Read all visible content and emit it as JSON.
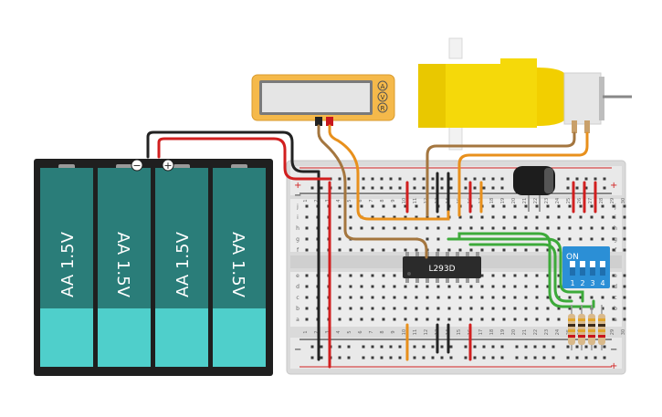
{
  "battery_pack": {
    "cells": [
      {
        "label": "AA 1.5V",
        "orientation": "up"
      },
      {
        "label": "AA 1.5V",
        "orientation": "down"
      },
      {
        "label": "AA 1.5V",
        "orientation": "up"
      },
      {
        "label": "AA 1.5V",
        "orientation": "down"
      }
    ],
    "neg_symbol": "−",
    "pos_symbol": "+"
  },
  "multimeter": {
    "buttons": [
      "A",
      "V",
      "R"
    ]
  },
  "chip": {
    "label": "L293D"
  },
  "dip_switch": {
    "on_label": "ON",
    "numbers": [
      "1",
      "2",
      "3",
      "4"
    ]
  },
  "breadboard": {
    "row_letters_top": [
      "j",
      "i",
      "h",
      "g",
      "f"
    ],
    "row_letters_bottom": [
      "e",
      "d",
      "c",
      "b",
      "a"
    ],
    "column_numbers": [
      "1",
      "2",
      "3",
      "4",
      "5",
      "6",
      "7",
      "8",
      "9",
      "10",
      "11",
      "12",
      "13",
      "14",
      "15",
      "16",
      "17",
      "18",
      "19",
      "20",
      "21",
      "22",
      "23",
      "24",
      "25",
      "26",
      "27",
      "28",
      "29",
      "30"
    ],
    "rail_plus": "+",
    "rail_minus": "−"
  },
  "colors": {
    "cell_light": "#4fcfcb",
    "cell_dark": "#2a7d79",
    "wire_red": "#d11f1f",
    "wire_black": "#222222",
    "wire_brown": "#a4763f",
    "wire_orange": "#e8901c",
    "wire_green": "#3daa3a",
    "motor_yellow": "#f5d90a",
    "multimeter_body": "#f5b94a",
    "dip_blue": "#2b8fd6"
  }
}
